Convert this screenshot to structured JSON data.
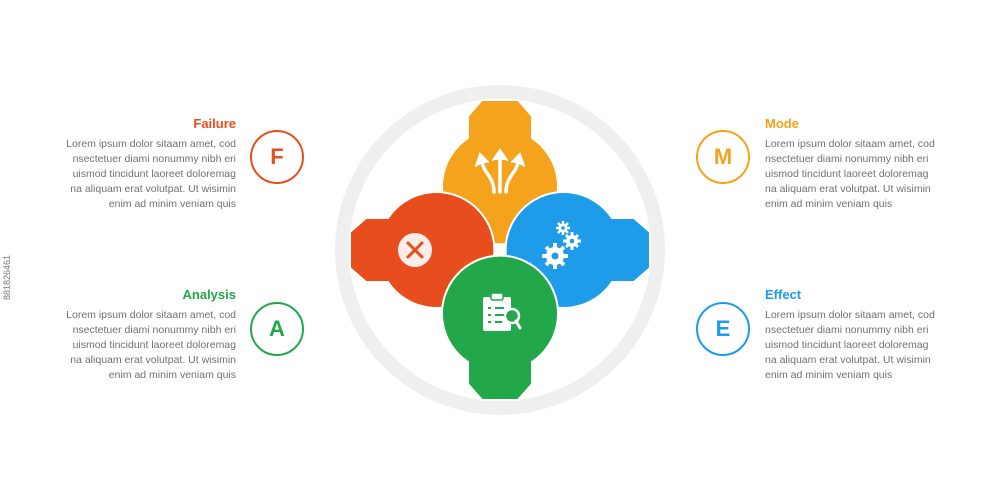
{
  "colors": {
    "failure": "#e84d1e",
    "mode": "#f5a21d",
    "analysis": "#22a84a",
    "effect": "#1e9be9",
    "ring": "#efefef",
    "body_text": "#707070"
  },
  "items": [
    {
      "key": "failure",
      "letter": "F",
      "title": "Failure",
      "text": "Lorem ipsum dolor sitaam amet, cod nsectetuer diami nonummy nibh eri uismod tincidunt laoreet doloremag na aliquam erat volutpat. Ut wisimin enim ad minim veniam quis",
      "icon": "close-icon"
    },
    {
      "key": "mode",
      "letter": "M",
      "title": "Mode",
      "text": "Lorem ipsum dolor sitaam amet, cod nsectetuer diami nonummy nibh eri uismod tincidunt laoreet doloremag na aliquam erat volutpat. Ut wisimin enim ad minim veniam quis",
      "icon": "split-arrows-icon"
    },
    {
      "key": "analysis",
      "letter": "A",
      "title": "Analysis",
      "text": "Lorem ipsum dolor sitaam amet, cod nsectetuer diami nonummy nibh eri uismod tincidunt laoreet doloremag na aliquam erat volutpat. Ut wisimin enim ad minim veniam quis",
      "icon": "clipboard-search-icon"
    },
    {
      "key": "effect",
      "letter": "E",
      "title": "Effect",
      "text": "Lorem ipsum dolor sitaam amet, cod nsectetuer diami nonummy nibh eri uismod tincidunt laoreet doloremag na aliquam erat volutpat. Ut wisimin enim ad minim veniam quis",
      "icon": "gears-icon"
    }
  ],
  "side_id": "881826461"
}
